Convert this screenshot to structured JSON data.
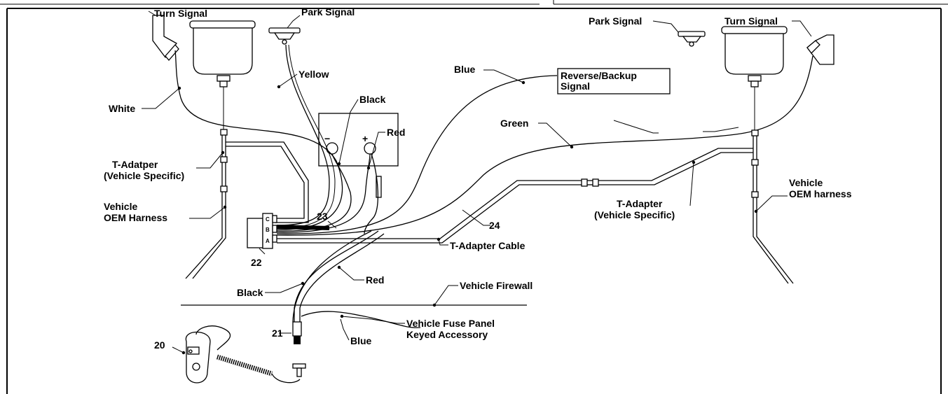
{
  "labels": {
    "turn_signal_left": "Turn Signal",
    "park_signal_left": "Park Signal",
    "park_signal_right": "Park Signal",
    "turn_signal_right": "Turn Signal",
    "yellow": "Yellow",
    "white": "White",
    "blue_reverse": "Blue",
    "reverse_backup_line1": "Reverse/Backup",
    "reverse_backup_line2": "Signal",
    "black_battery": "Black",
    "red_battery": "Red",
    "green": "Green",
    "t_adapter_left_line1": "T-Adatper",
    "t_adapter_left_line2": "(Vehicle Specific)",
    "vehicle_oem_left_line1": "Vehicle",
    "vehicle_oem_left_line2": "OEM Harness",
    "t_adapter_right_line1": "T-Adapter",
    "t_adapter_right_line2": "(Vehicle Specific)",
    "vehicle_oem_right_line1": "Vehicle",
    "vehicle_oem_right_line2": "OEM harness",
    "part_22": "22",
    "part_23": "23",
    "part_24": "24",
    "part_21": "21",
    "part_20": "20",
    "t_adapter_cable": "T-Adapter Cable",
    "black_lower": "Black",
    "red_lower": "Red",
    "vehicle_firewall": "Vehicle Firewall",
    "fuse_panel_line1": "Vehicle Fuse Panel",
    "fuse_panel_line2": "Keyed Accessory",
    "blue_lower": "Blue",
    "connector_a": "A",
    "connector_b": "B",
    "connector_c": "C",
    "battery_minus": "−",
    "battery_plus": "+"
  }
}
